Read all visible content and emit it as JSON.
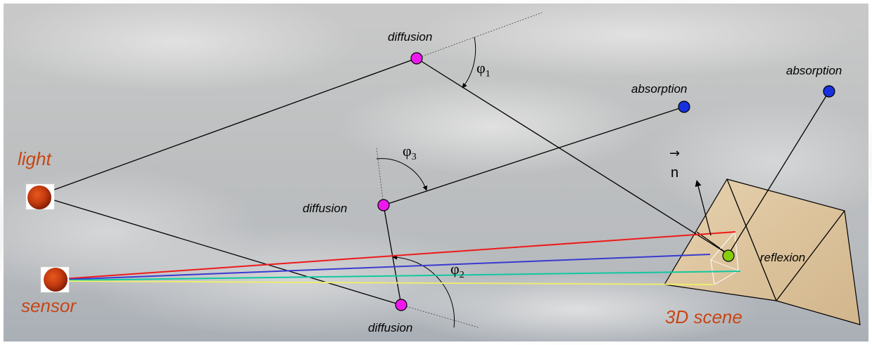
{
  "labels": {
    "light": "light",
    "sensor": "sensor",
    "scene": "3D scene",
    "diffusion_top": "diffusion",
    "diffusion_mid": "diffusion",
    "diffusion_bottom": "diffusion",
    "absorption_mid": "absorption",
    "absorption_right": "absorption",
    "reflexion": "reflexion",
    "normal": "n",
    "normal_arrow": "→",
    "phi1": "φ",
    "phi1_sub": "1",
    "phi2": "φ",
    "phi2_sub": "2",
    "phi3": "φ",
    "phi3_sub": "3"
  },
  "colors": {
    "accent_label": "#c84614",
    "diffusion_point": "#ee18ee",
    "absorption_point": "#1830dd",
    "reflexion_point": "#88cc10",
    "ray_red": "#ee1a1a",
    "ray_blue": "#3a3ad0",
    "ray_teal": "#10c8a0",
    "ray_yellow": "#ecec70",
    "line": "#000000"
  },
  "icons": {
    "light_source": "sun-icon",
    "sensor_source": "sun-icon"
  }
}
